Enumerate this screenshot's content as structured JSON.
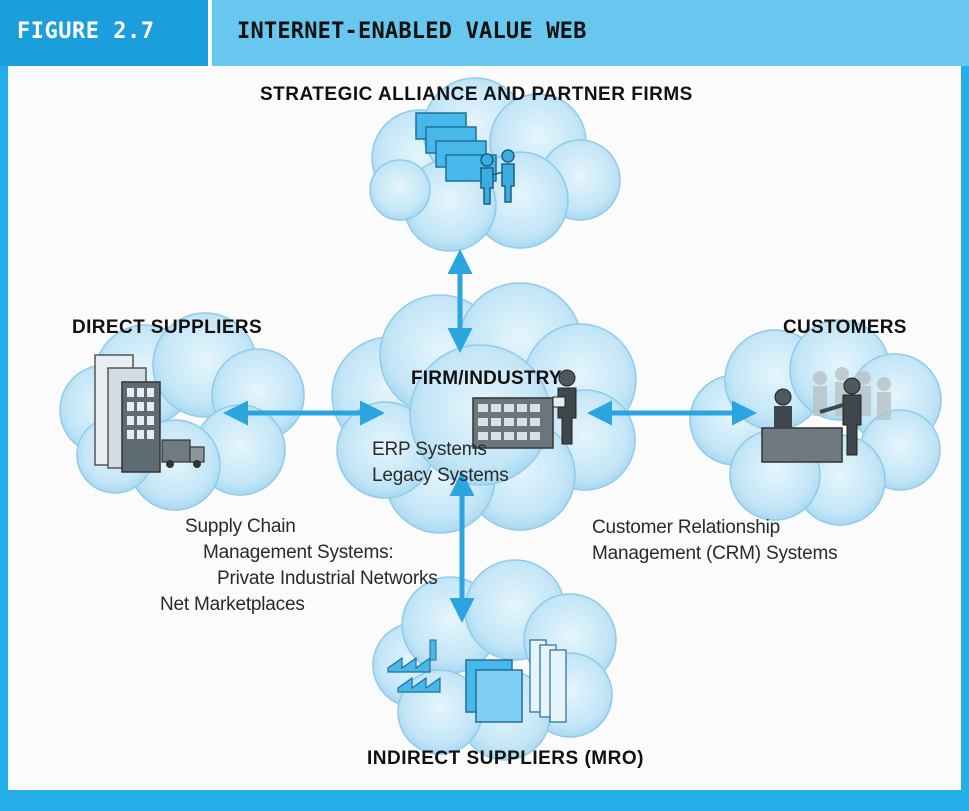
{
  "header": {
    "figure_number": "FIGURE 2.7",
    "figure_title": "INTERNET-ENABLED VALUE WEB"
  },
  "nodes": {
    "top": {
      "label": "STRATEGIC ALLIANCE AND PARTNER FIRMS"
    },
    "left": {
      "label": "DIRECT SUPPLIERS"
    },
    "center": {
      "label": "FIRM/INDUSTRY",
      "systems": [
        "ERP Systems",
        "Legacy Systems"
      ]
    },
    "right": {
      "label": "CUSTOMERS"
    },
    "bottom": {
      "label": "INDIRECT SUPPLIERS (MRO)"
    }
  },
  "annotations": {
    "supply_chain": [
      "Supply Chain",
      "Management Systems:",
      "Private Industrial Networks",
      "Net Marketplaces"
    ],
    "crm": [
      "Customer Relationship",
      "Management (CRM) Systems"
    ]
  },
  "colors": {
    "frame": "#23aee8",
    "header_dark": "#1a9fdc",
    "header_light": "#68c7ef",
    "cloud": "#bfe4f6",
    "arrow": "#2aa5df"
  }
}
